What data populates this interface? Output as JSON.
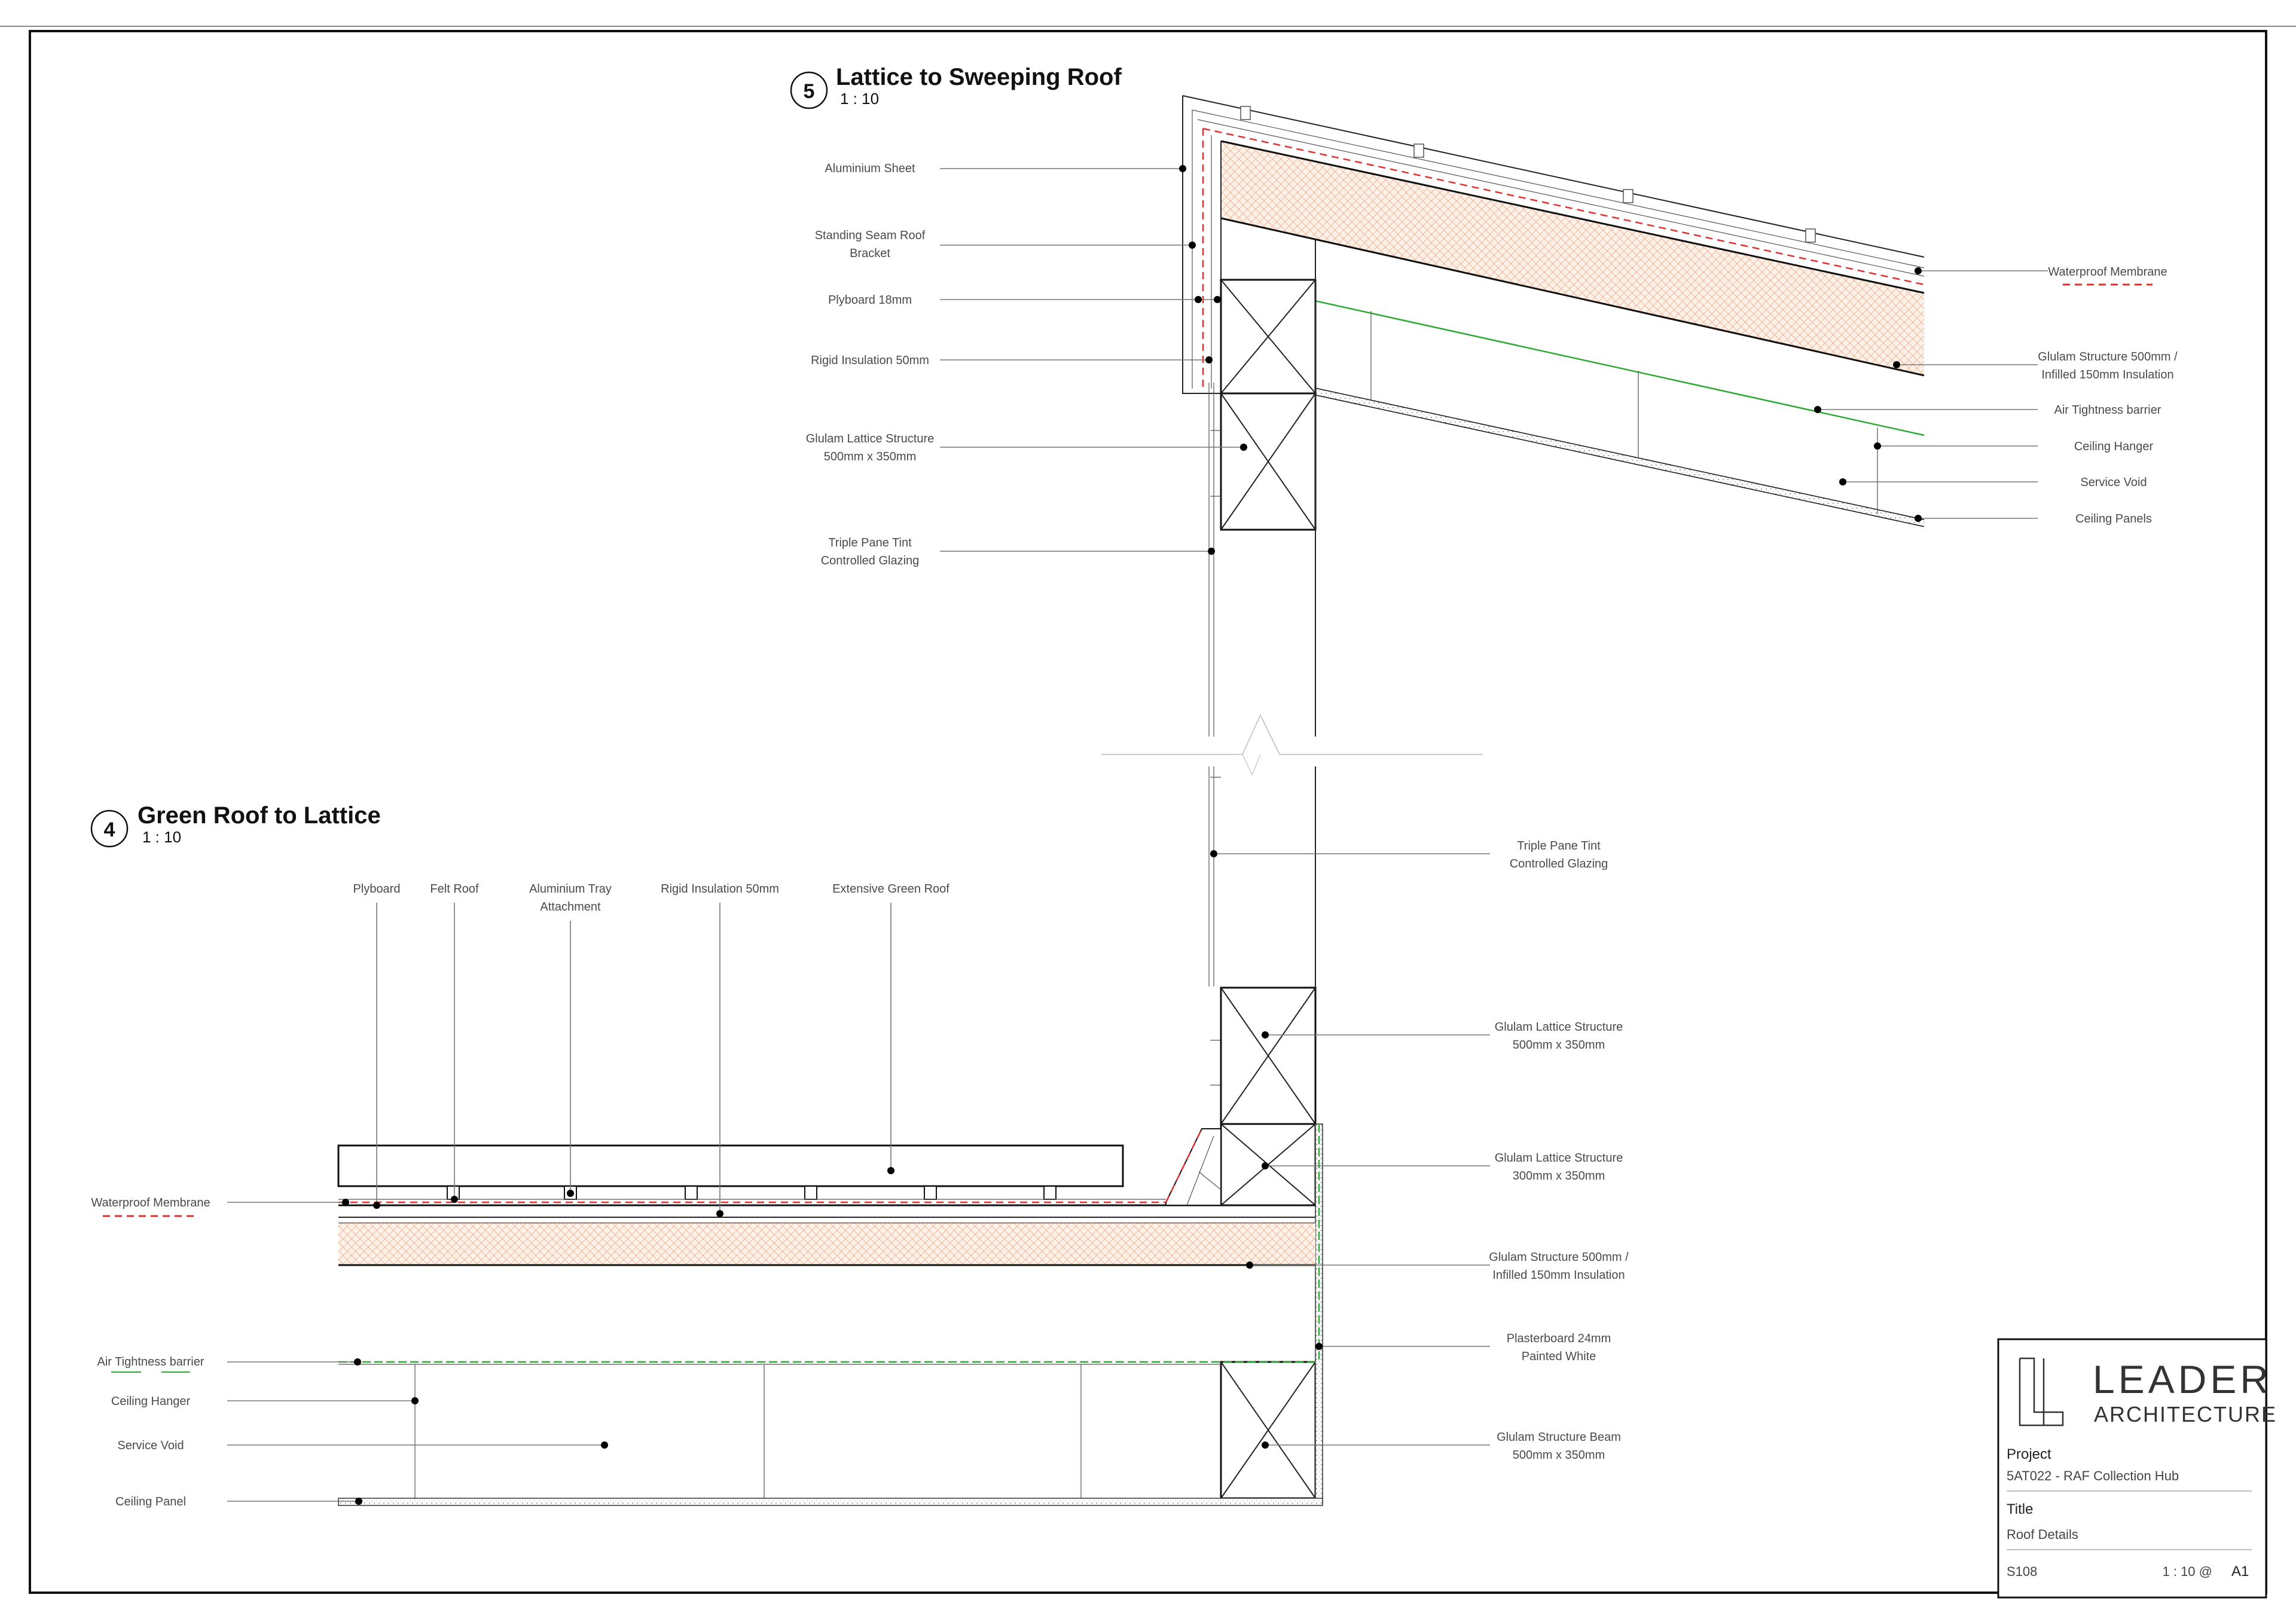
{
  "detail5": {
    "number": "5",
    "title": "Lattice to Sweeping Roof",
    "scale": "1 : 10",
    "labels_left": [
      {
        "lines": [
          "Aluminium Sheet"
        ]
      },
      {
        "lines": [
          "Standing Seam Roof",
          "Bracket"
        ]
      },
      {
        "lines": [
          "Plyboard 18mm"
        ]
      },
      {
        "lines": [
          "Rigid Insulation 50mm"
        ]
      },
      {
        "lines": [
          "Glulam Lattice Structure",
          "500mm x 350mm"
        ]
      },
      {
        "lines": [
          "Triple Pane Tint",
          "Controlled Glazing"
        ]
      }
    ],
    "labels_right": [
      {
        "lines": [
          "Waterproof Membrane"
        ]
      },
      {
        "lines": [
          "Glulam Structure 500mm /",
          "Infilled 150mm Insulation"
        ]
      },
      {
        "lines": [
          "Air Tightness barrier"
        ]
      },
      {
        "lines": [
          "Ceiling Hanger"
        ]
      },
      {
        "lines": [
          "Service Void"
        ]
      },
      {
        "lines": [
          "Ceiling Panels"
        ]
      }
    ]
  },
  "detail4": {
    "number": "4",
    "title": "Green Roof to Lattice",
    "scale": "1 : 10",
    "labels_top": [
      {
        "lines": [
          "Plyboard"
        ]
      },
      {
        "lines": [
          "Felt Roof"
        ]
      },
      {
        "lines": [
          "Aluminium Tray",
          "Attachment"
        ]
      },
      {
        "lines": [
          "Rigid Insulation 50mm"
        ]
      },
      {
        "lines": [
          "Extensive Green Roof"
        ]
      }
    ],
    "labels_left": [
      {
        "lines": [
          "Waterproof Membrane"
        ]
      },
      {
        "lines": [
          "Air Tightness barrier"
        ]
      },
      {
        "lines": [
          "Ceiling Hanger"
        ]
      },
      {
        "lines": [
          "Service Void"
        ]
      },
      {
        "lines": [
          "Ceiling Panel"
        ]
      }
    ],
    "labels_right": [
      {
        "lines": [
          "Triple Pane Tint",
          "Controlled Glazing"
        ]
      },
      {
        "lines": [
          "Glulam Lattice Structure",
          "500mm x 350mm"
        ]
      },
      {
        "lines": [
          "Glulam Lattice Structure",
          "300mm x 350mm"
        ]
      },
      {
        "lines": [
          "Glulam Structure 500mm /",
          "Infilled 150mm Insulation"
        ]
      },
      {
        "lines": [
          "Plasterboard 24mm",
          "Painted White"
        ]
      },
      {
        "lines": [
          "Glulam Structure Beam",
          "500mm x 350mm"
        ]
      }
    ]
  },
  "title_block": {
    "logo_top": "LEADER",
    "logo_bottom": "ARCHITECTURE",
    "project_heading": "Project",
    "project_value": "5AT022 - RAF Collection Hub",
    "title_heading": "Title",
    "title_value": "Roof Details",
    "sheet_number": "S108",
    "scale_value": "1 : 10 @",
    "sheet_size": "A1"
  },
  "colors": {
    "waterproof_membrane": "#e03030",
    "air_tightness_barrier": "#2ea836",
    "insulation_hatch": "#f0b090",
    "line": "#111111"
  }
}
